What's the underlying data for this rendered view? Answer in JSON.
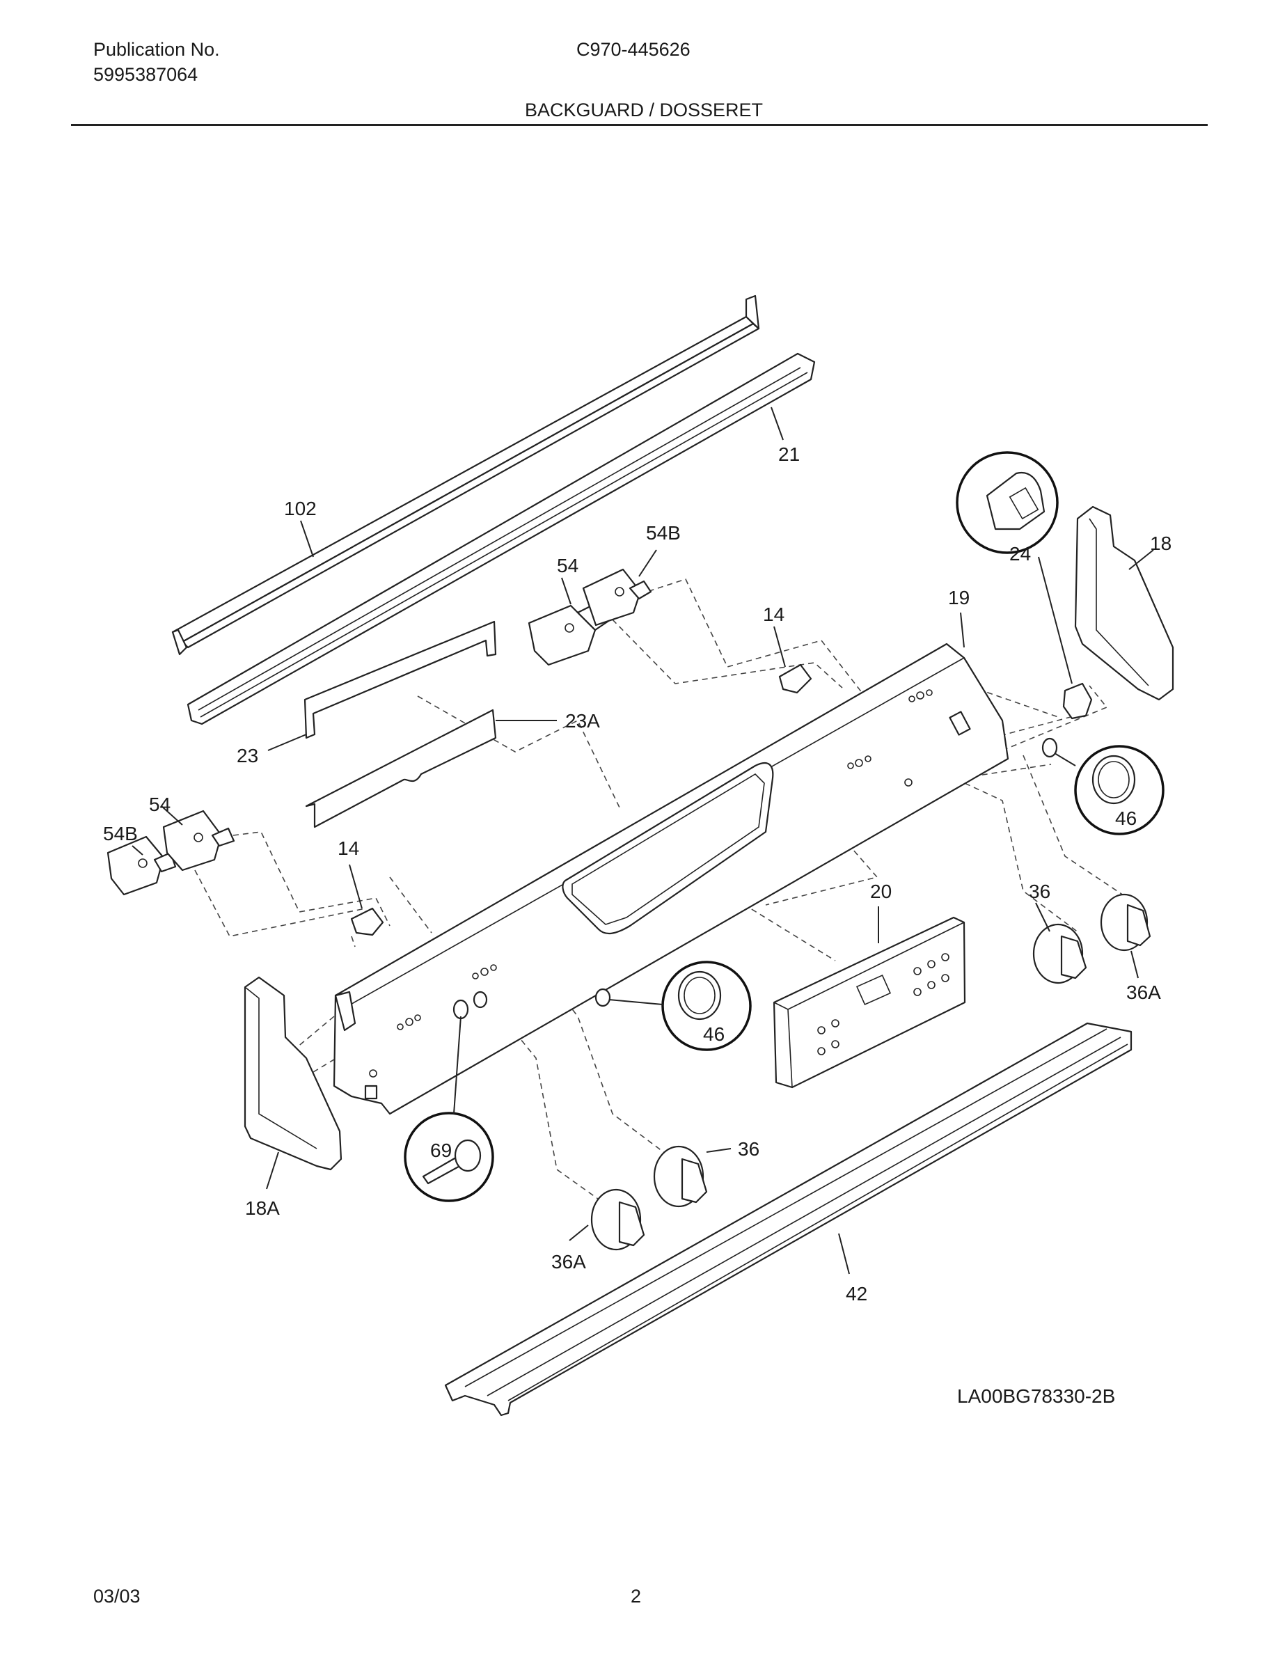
{
  "header": {
    "publication_label": "Publication No.",
    "publication_number": "5995387064",
    "model": "C970-445626",
    "title": "BACKGUARD / DOSSERET"
  },
  "diagram": {
    "part_labels": {
      "p102": "102",
      "p21": "21",
      "p54_top": "54",
      "p54B_top": "54B",
      "p14_top": "14",
      "p24": "24",
      "p18": "18",
      "p19": "19",
      "p23A": "23A",
      "p23": "23",
      "p46_right": "46",
      "p54_left": "54",
      "p54B_left": "54B",
      "p14_left": "14",
      "p20": "20",
      "p36_right": "36",
      "p36A_right": "36A",
      "p46_center": "46",
      "p69": "69",
      "p36_center": "36",
      "p18A": "18A",
      "p36A_center": "36A",
      "p42": "42"
    },
    "drawing_code": "LA00BG78330-2B"
  },
  "footer": {
    "date": "03/03",
    "page": "2"
  }
}
